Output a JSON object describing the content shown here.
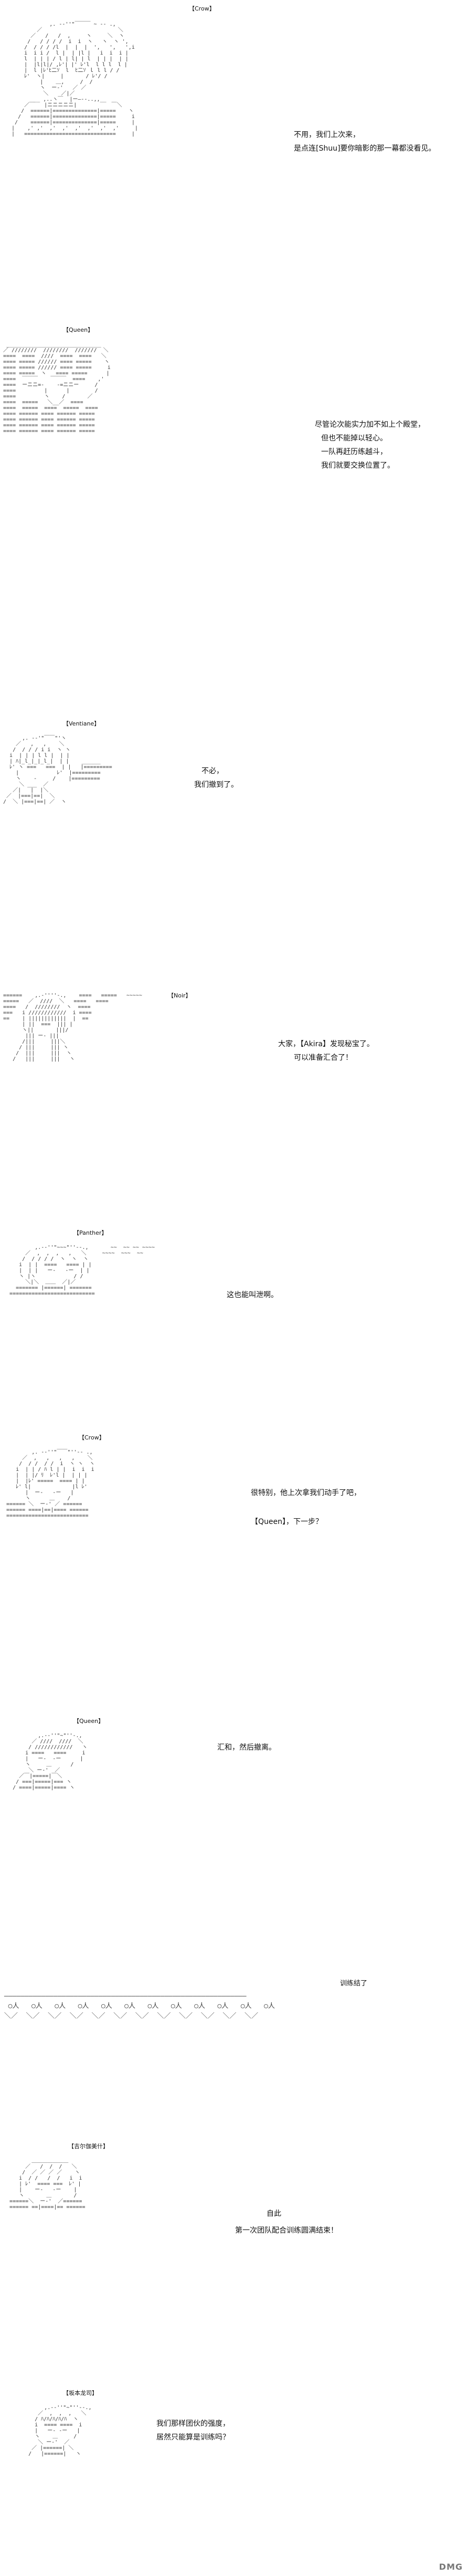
{
  "panels": [
    {
      "speaker": "【Crow】",
      "lines": [
        "不用，我们上次来，",
        "是点连[Shuu]要你暗影的那一幕都没看见。"
      ]
    },
    {
      "speaker": "【Queen】",
      "lines": [
        "尽管论次能实力加不如上个殿堂，",
        "但也不能掉以轻心。",
        "一队再赶历练越斗，",
        "我们就要交换位置了。"
      ]
    },
    {
      "speaker": "【Ventiane】",
      "lines": [
        "不必，",
        "我们撤到了。"
      ]
    },
    {
      "speaker": "【Noir】",
      "lines": [
        "大家，【Akira】发现秘宝了。",
        "可以准备汇合了！"
      ]
    },
    {
      "speaker": "【Panther】",
      "lines": [
        "这也能叫泄啊。"
      ]
    },
    {
      "speaker": "【Crow】",
      "lines": [
        "很特别，他上次拿我们动手了吧，",
        "【Queen】，下一步？"
      ]
    },
    {
      "speaker": "【Queen】",
      "lines": [
        "汇和，然后撤离。"
      ]
    },
    {
      "speaker": "【吉尔伽美什】",
      "lines": [
        "自此",
        "第一次团队配合训练圆满结束！"
      ]
    },
    {
      "speaker": "【坂本龙司】",
      "lines": [
        "我们那样团伙的强度，",
        "居然只能算是训练吗？"
      ]
    }
  ],
  "divider_label": "训练结了",
  "watermark": "DMG"
}
